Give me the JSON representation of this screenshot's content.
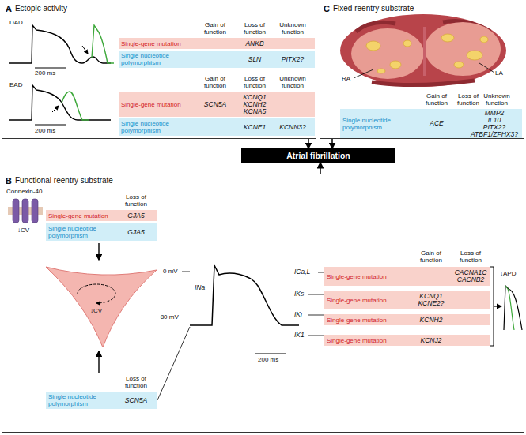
{
  "diagram": {
    "nodes": [
      {
        "text": [
          "A",
          "Ectopic activity"
        ]
      },
      {
        "text": [
          "Single-gene mutation",
          "ANKB"
        ],
        "in": 0
      },
      {
        "text": [
          "Single nucleotide polymorphism",
          "SLN",
          "PITX2?"
        ],
        "in": 0
      },
      {
        "text": [
          "Single-gene mutation",
          "SCN5A",
          "KCNQ1 KCNH2 KCNA5"
        ],
        "in": 0
      },
      {
        "text": [
          "Single nucleotide polymorphism",
          "KCNE1",
          "KCNN3?"
        ],
        "in": 0
      },
      {
        "text": [
          "C",
          "Fixed reentry substrate"
        ]
      },
      {
        "text": [
          "Single nucleotide polymorphism",
          "ACE",
          "MMP2 IL10 PITX2? ATBF1/ZFHX3?"
        ],
        "in": 5
      },
      {
        "text": [
          "Atrial fibrillation"
        ]
      },
      {
        "text": [
          "B",
          "Functional reentry substrate"
        ]
      },
      {
        "text": [
          "Single-gene mutation",
          "GJA5"
        ],
        "in": 8
      },
      {
        "text": [
          "Single nucleotide polymorphism",
          "GJA5"
        ],
        "in": 8
      },
      {
        "text": [
          "Single nucleotide polymorphism",
          "SCN5A"
        ],
        "in": 8
      },
      {
        "text": [
          "Single-gene mutation",
          "CACNA1C CACNB2"
        ],
        "in": 8
      },
      {
        "text": [
          "Single-gene mutation",
          "KCNQ1 KCNE2?"
        ],
        "in": 8
      },
      {
        "text": [
          "Single-gene mutation",
          "KCNH2"
        ],
        "in": 8
      },
      {
        "text": [
          "Single-gene mutation",
          "KCNJ2"
        ],
        "in": 8
      }
    ],
    "edges": [
      {
        "from": 0,
        "to": 7,
        "arrow": "to"
      },
      {
        "from": 5,
        "to": 7,
        "arrow": "to"
      },
      {
        "from": 8,
        "to": 7,
        "arrow": "to"
      }
    ],
    "labels": [
      "DAD",
      "200 ms",
      "Gain of function",
      "Loss of function",
      "Unknown function",
      "EAD",
      "200 ms",
      "Gain of function",
      "Loss of function",
      "Unknown function",
      "LA",
      "RA",
      "Gain of function",
      "Loss of function",
      "Unknown function",
      "Connexin-40",
      "↓CV",
      "Loss of function",
      "↓CV",
      "Loss of function",
      "0 mV",
      "−80 mV",
      "200 ms",
      "ICa,L",
      "IKs",
      "IKr",
      "IK1",
      "INa",
      "Gain of function",
      "Loss of function",
      "↓APD"
    ]
  }
}
